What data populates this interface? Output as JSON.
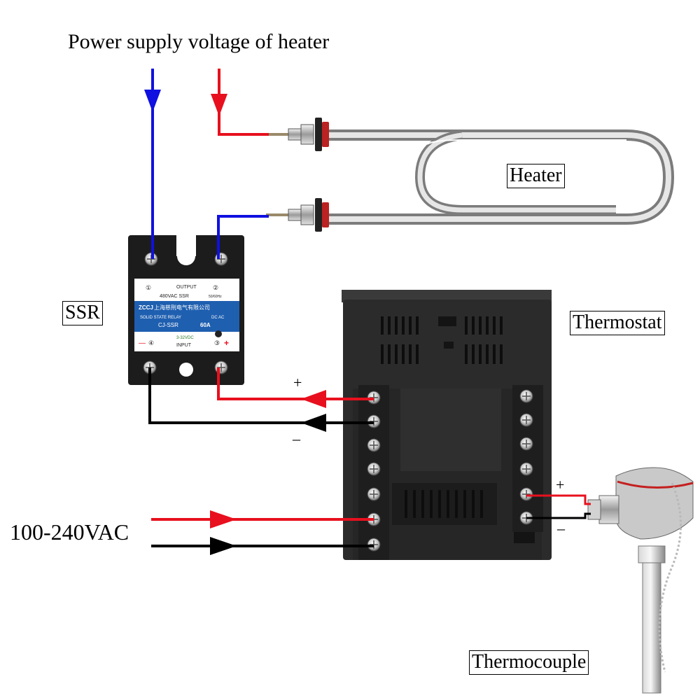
{
  "title": "Power supply voltage of heater",
  "labels": {
    "heater": "Heater",
    "ssr": "SSR",
    "thermostat": "Thermostat",
    "thermocouple": "Thermocouple",
    "supply_voltage": "100-240VAC",
    "plus_ssr": "+",
    "minus_ssr": "–",
    "plus_tc": "+",
    "minus_tc": "–"
  },
  "ssr_device": {
    "output_label": "OUTPUT",
    "rating": "480VAC SSR",
    "frequency": "50/60Hz",
    "brand": "ZCCJ",
    "maker_cn": "上海慈刑电气有限公司",
    "type_line": "SOLID STATE RELAY",
    "mode": "DC  AC",
    "model": "CJ-SSR",
    "current": "60A",
    "input_range": "3-32VDC",
    "input_label": "INPUT",
    "t1": "①",
    "t2": "②",
    "t3": "③",
    "t4": "④",
    "minus": "—",
    "plus": "+"
  },
  "colors": {
    "live_wire": "#e8101e",
    "neutral_wire": "#1010e0",
    "signal_negative": "#000000",
    "ssr_face": "#ffffff",
    "ssr_band": "#1f5fb0",
    "thermostat_body": "#2b2b2b"
  },
  "icons": [
    "terminal-screw-icon",
    "arrow-icon"
  ]
}
